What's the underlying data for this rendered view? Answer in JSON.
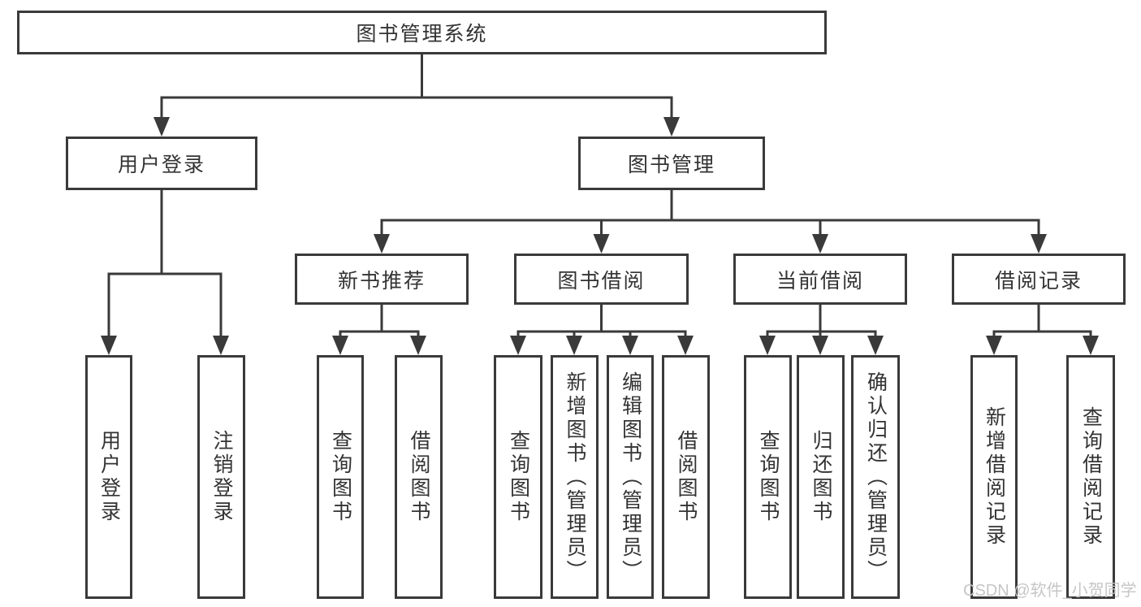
{
  "diagram": {
    "root": {
      "label": "图书管理系统"
    },
    "branches": [
      {
        "label": "用户登录",
        "children": [
          {
            "label": "用户登录"
          },
          {
            "label": "注销登录"
          }
        ]
      },
      {
        "label": "图书管理",
        "children": [
          {
            "label": "新书推荐",
            "children": [
              {
                "label": "查询图书"
              },
              {
                "label": "借阅图书"
              }
            ]
          },
          {
            "label": "图书借阅",
            "children": [
              {
                "label": "查询图书"
              },
              {
                "label": "新增图书（管理员）"
              },
              {
                "label": "编辑图书（管理员）"
              },
              {
                "label": "借阅图书"
              }
            ]
          },
          {
            "label": "当前借阅",
            "children": [
              {
                "label": "查询图书"
              },
              {
                "label": "归还图书"
              },
              {
                "label": "确认归还（管理员）"
              }
            ]
          },
          {
            "label": "借阅记录",
            "children": [
              {
                "label": "新增借阅记录"
              },
              {
                "label": "查询借阅记录"
              }
            ]
          }
        ]
      }
    ]
  },
  "watermark": {
    "text": "CSDN @软件_小贺同学"
  },
  "colors": {
    "line": "#3a3a3a",
    "box_border": "#3a3a3a",
    "text": "#333333",
    "background": "#ffffff",
    "watermark": "#c6c6c6"
  }
}
